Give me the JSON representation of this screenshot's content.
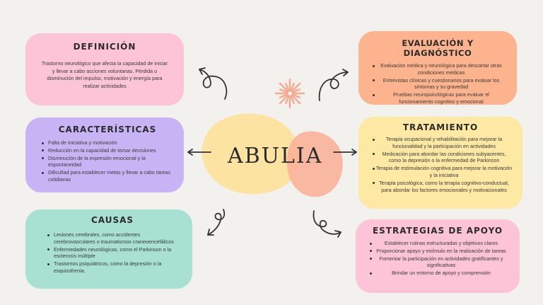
{
  "center": {
    "title": "ABULIA"
  },
  "colors": {
    "pink": "#fdc3d6",
    "purple": "#c8b4f5",
    "teal": "#a8e0d2",
    "orange": "#fdb48e",
    "yellow": "#fde8a4",
    "blob_yellow": "#fde3a2",
    "blob_orange": "#f9b199",
    "burst": "#f7a98e"
  },
  "definicion": {
    "title": "DEFINICIÓN",
    "text": "Trastorno neurológico que afecta la capacidad de iniciar y llevar a cabo acciones voluntarias. Pérdida o disminución del impulso, motivación y energía para realizar actividades"
  },
  "caracteristicas": {
    "title": "CARACTERÍSTICAS",
    "items": [
      "Falta de iniciativa y motivación",
      "Reducción en la capacidad de tomar decisiones",
      "Disminución de la expresión emocional y la espontaneidad",
      "Dificultad para establecer metas y llevar a cabo tareas cotidianas"
    ]
  },
  "causas": {
    "title": "CAUSAS",
    "items": [
      "Lesiones cerebrales, como accidentes cerebrovasculares o traumatismos craneoencefálicos",
      "Enfermedades neurológicas, como el Parkinson o la esclerosis múltiple",
      "Trastornos psiquiátricos, como la depresión o la esquizofrenia."
    ]
  },
  "evaluacion": {
    "title": "EVALUACIÓN Y DIAGNÓSTICO",
    "items": [
      "Evaluación médica y neurológica para descartar otras condiciones médicas",
      "Entrevistas clínicas y cuestionarios para evaluar los síntomas y su gravedad",
      "Pruebas neuropsicológicas para evaluar el funcionamiento cognitivo y emocional"
    ]
  },
  "tratamiento": {
    "title": "TRATAMIENTO",
    "items": [
      "Terapia ocupacional y rehabilitación para mejorar la funcionalidad y la participación en actividades",
      "Medicación para abordar las condiciones subyacentes, como la depresión o la enfermedad de Parkinson",
      "Terapia de estimulación cognitiva para mejorar la motivación y la iniciativa",
      "Terapia psicológica, como la terapia cognitivo-conductual, para abordar los factores emocionales y motivacionales"
    ]
  },
  "estrategias": {
    "title": "ESTRATEGIAS DE APOYO",
    "items": [
      "Establecer rutinas estructuradas y objetivos claros",
      "Proporcionar apoyo y estímulo en la realización de tareas",
      "Fomentar la participación en actividades gratificantes y significativas",
      "Brindar un entorno de apoyo y comprensión"
    ]
  }
}
